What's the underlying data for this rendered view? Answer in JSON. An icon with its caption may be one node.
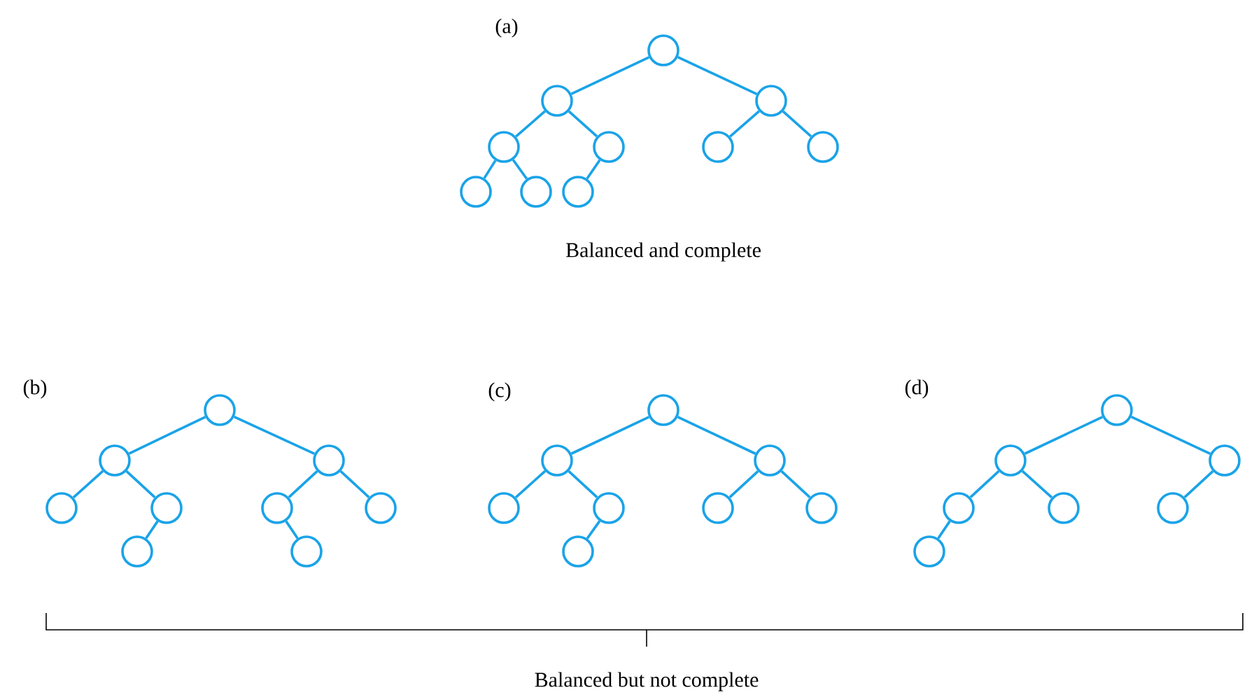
{
  "diagram": {
    "nodes": [
      {
        "text": [],
        "shape": "circle"
      },
      {
        "text": [],
        "shape": "circle"
      },
      {
        "text": [],
        "shape": "circle"
      },
      {
        "text": [],
        "shape": "circle"
      },
      {
        "text": [],
        "shape": "circle"
      },
      {
        "text": [],
        "shape": "circle"
      },
      {
        "text": [],
        "shape": "circle"
      },
      {
        "text": [],
        "shape": "circle"
      },
      {
        "text": [],
        "shape": "circle"
      },
      {
        "text": [],
        "shape": "circle"
      },
      {
        "text": [],
        "shape": "circle"
      },
      {
        "text": [],
        "shape": "circle"
      },
      {
        "text": [],
        "shape": "circle"
      },
      {
        "text": [],
        "shape": "circle"
      },
      {
        "text": [],
        "shape": "circle"
      },
      {
        "text": [],
        "shape": "circle"
      },
      {
        "text": [],
        "shape": "circle"
      },
      {
        "text": [],
        "shape": "circle"
      },
      {
        "text": [],
        "shape": "circle"
      },
      {
        "text": [],
        "shape": "circle"
      },
      {
        "text": [],
        "shape": "circle"
      },
      {
        "text": [],
        "shape": "circle"
      },
      {
        "text": [],
        "shape": "circle"
      },
      {
        "text": [],
        "shape": "circle"
      },
      {
        "text": [],
        "shape": "circle"
      },
      {
        "text": [],
        "shape": "circle"
      },
      {
        "text": [],
        "shape": "circle"
      },
      {
        "text": [],
        "shape": "circle"
      },
      {
        "text": [],
        "shape": "circle"
      },
      {
        "text": [],
        "shape": "circle"
      },
      {
        "text": [],
        "shape": "circle"
      },
      {
        "text": [],
        "shape": "circle"
      },
      {
        "text": [],
        "shape": "circle"
      },
      {
        "text": [],
        "shape": "circle"
      }
    ],
    "edges": [
      {
        "from": 0,
        "to": 1,
        "arrow": "none"
      },
      {
        "from": 0,
        "to": 2,
        "arrow": "none"
      },
      {
        "from": 1,
        "to": 3,
        "arrow": "none"
      },
      {
        "from": 1,
        "to": 4,
        "arrow": "none"
      },
      {
        "from": 2,
        "to": 5,
        "arrow": "none"
      },
      {
        "from": 2,
        "to": 6,
        "arrow": "none"
      },
      {
        "from": 3,
        "to": 7,
        "arrow": "none"
      },
      {
        "from": 3,
        "to": 8,
        "arrow": "none"
      },
      {
        "from": 4,
        "to": 9,
        "arrow": "none"
      },
      {
        "from": 10,
        "to": 11,
        "arrow": "none"
      },
      {
        "from": 10,
        "to": 12,
        "arrow": "none"
      },
      {
        "from": 11,
        "to": 13,
        "arrow": "none"
      },
      {
        "from": 11,
        "to": 14,
        "arrow": "none"
      },
      {
        "from": 12,
        "to": 15,
        "arrow": "none"
      },
      {
        "from": 12,
        "to": 16,
        "arrow": "none"
      },
      {
        "from": 14,
        "to": 17,
        "arrow": "none"
      },
      {
        "from": 15,
        "to": 18,
        "arrow": "none"
      },
      {
        "from": 19,
        "to": 20,
        "arrow": "none"
      },
      {
        "from": 19,
        "to": 21,
        "arrow": "none"
      },
      {
        "from": 20,
        "to": 22,
        "arrow": "none"
      },
      {
        "from": 20,
        "to": 23,
        "arrow": "none"
      },
      {
        "from": 21,
        "to": 24,
        "arrow": "none"
      },
      {
        "from": 21,
        "to": 25,
        "arrow": "none"
      },
      {
        "from": 23,
        "to": 26,
        "arrow": "none"
      },
      {
        "from": 27,
        "to": 28,
        "arrow": "none"
      },
      {
        "from": 27,
        "to": 29,
        "arrow": "none"
      },
      {
        "from": 28,
        "to": 30,
        "arrow": "none"
      },
      {
        "from": 28,
        "to": 31,
        "arrow": "none"
      },
      {
        "from": 29,
        "to": 32,
        "arrow": "none"
      },
      {
        "from": 30,
        "to": 33,
        "arrow": "none"
      }
    ],
    "labels": [
      "(a)",
      "Balanced and complete",
      "(b)",
      "(c)",
      "(d)",
      "Balanced but not complete"
    ]
  }
}
